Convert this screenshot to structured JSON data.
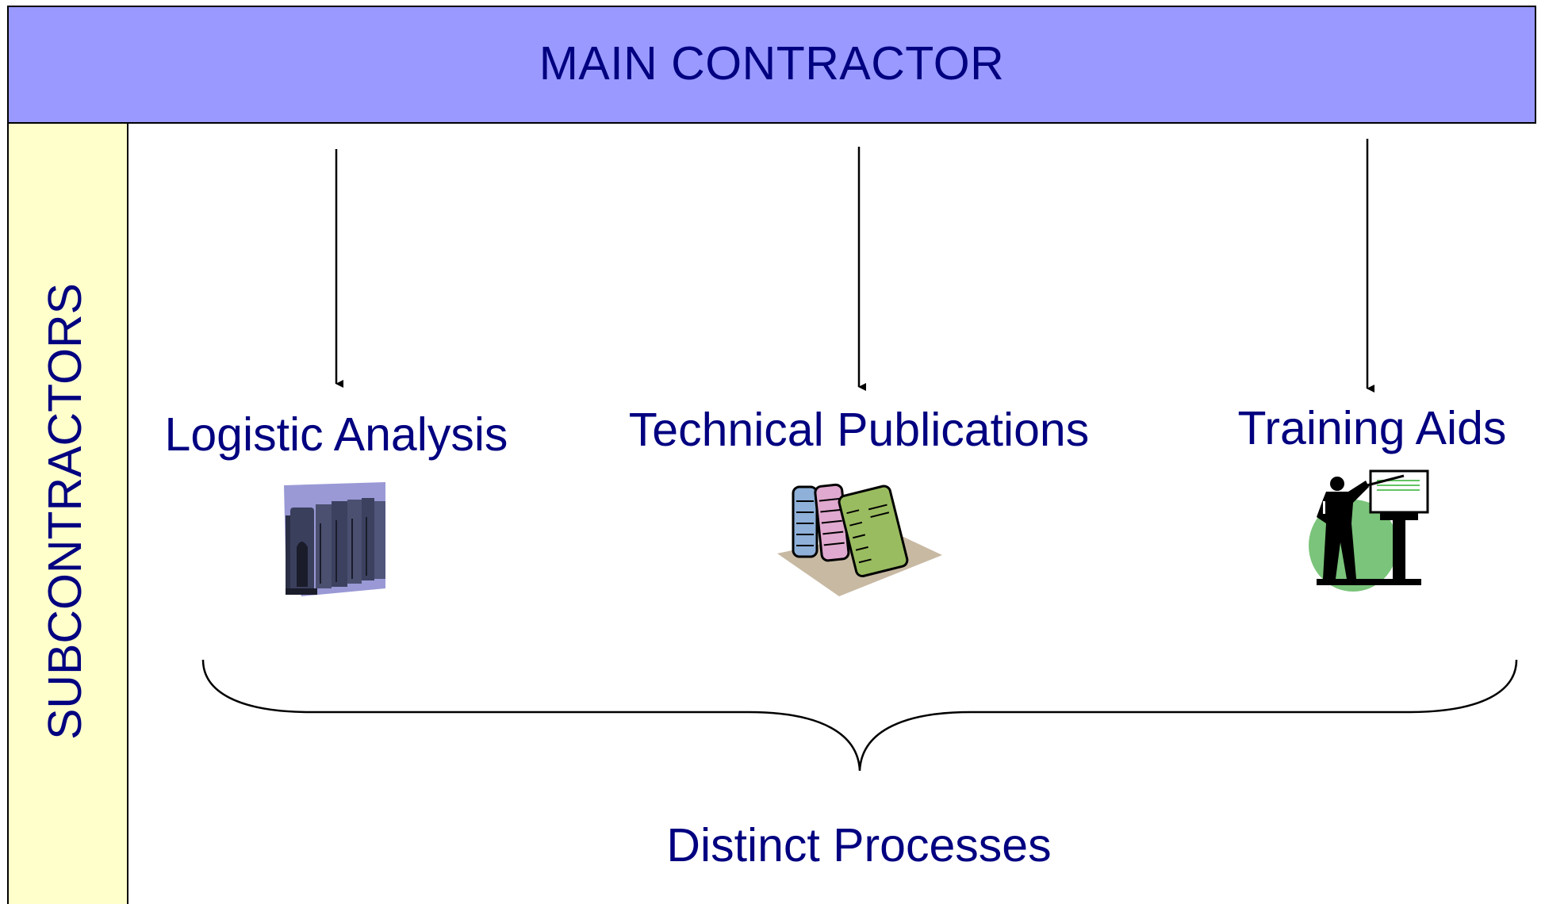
{
  "main_contractor": {
    "label": "MAIN CONTRACTOR"
  },
  "subcontractors": {
    "label": "SUBCONTRACTORS"
  },
  "processes": [
    {
      "label": "Logistic Analysis",
      "icon": "binders-icon"
    },
    {
      "label": "Technical Publications",
      "icon": "books-icon"
    },
    {
      "label": "Training Aids",
      "icon": "presenter-icon"
    }
  ],
  "summary": {
    "label": "Distinct Processes"
  },
  "colors": {
    "top_bar": "#9999ff",
    "side_bar": "#ffffcc",
    "text": "#000080"
  }
}
